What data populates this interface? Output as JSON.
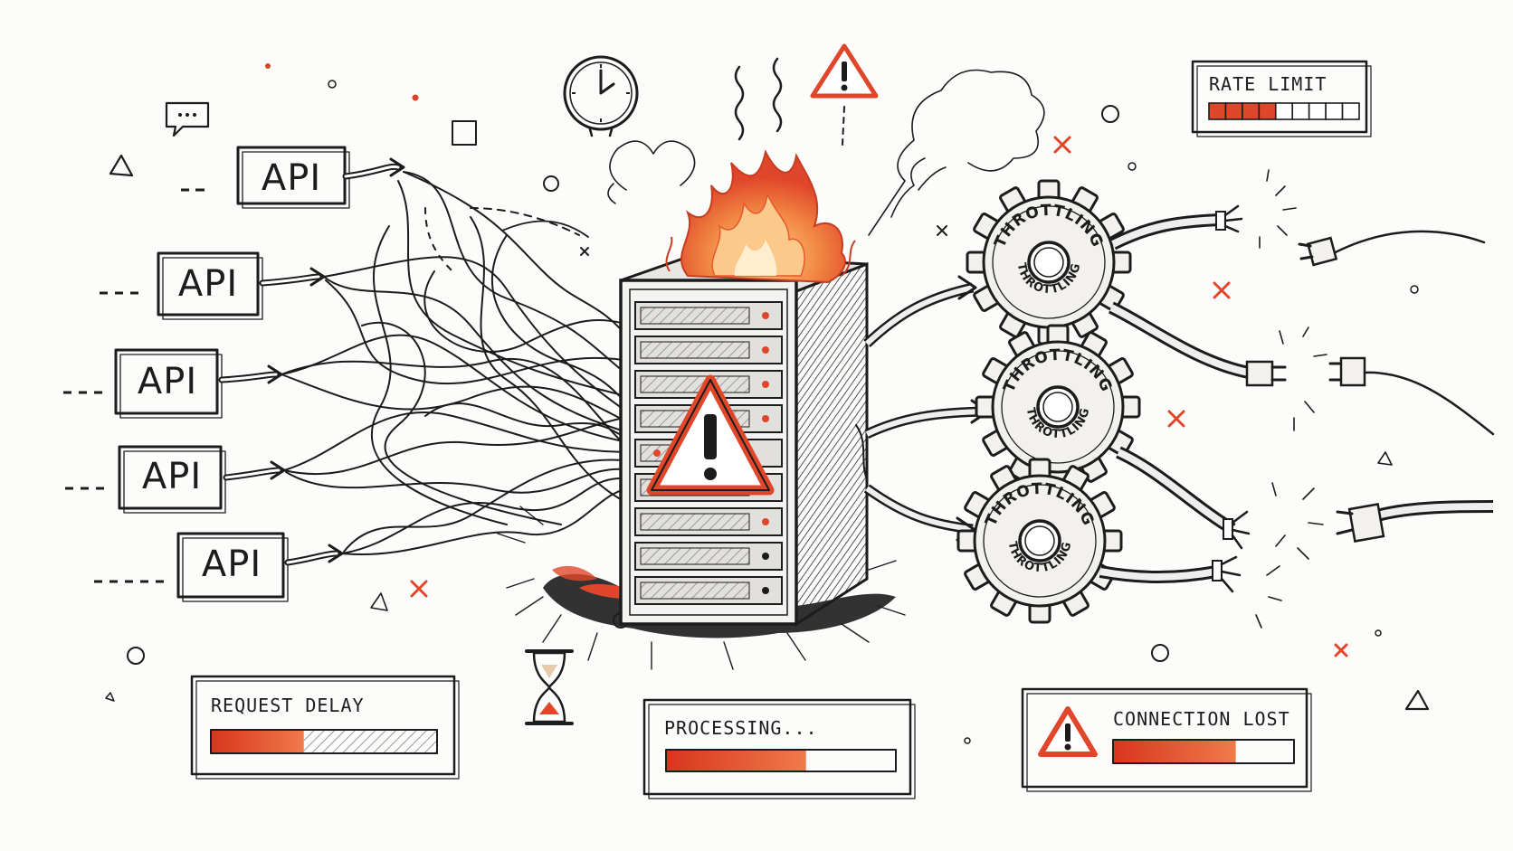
{
  "colors": {
    "ink": "#1c1c1c",
    "accent": "#e0472a",
    "flame_outer": "#e8582c",
    "flame_inner": "#f6a35a",
    "paper": "#fcfcfb"
  },
  "api_sources": [
    {
      "label": "API"
    },
    {
      "label": "API"
    },
    {
      "label": "API"
    },
    {
      "label": "API"
    },
    {
      "label": "API"
    }
  ],
  "server": {
    "icon": "server-rack-icon",
    "status_icon": "warning-triangle-icon",
    "state": "on-fire"
  },
  "gears": [
    {
      "label_outer": "THROTTLING",
      "label_inner": "THROTTLING"
    },
    {
      "label_outer": "THROTTLING",
      "label_inner": "THROTTLING"
    },
    {
      "label_outer": "THROTTLING",
      "label_inner": "THROTTLING"
    }
  ],
  "rate_limit": {
    "label": "RATE LIMIT",
    "segments_total": 9,
    "segments_filled": 4
  },
  "request_delay": {
    "label": "REQUEST DELAY",
    "solid_fraction": 0.41,
    "hatched_fraction": 0.59
  },
  "processing": {
    "label": "PROCESSING...",
    "progress_fraction": 0.61
  },
  "connection_lost": {
    "label": "CONNECTION LOST",
    "icon": "warning-triangle-icon",
    "progress_fraction": 0.68
  },
  "decor_icons": [
    "clock-icon",
    "hourglass-icon",
    "chat-bubble-icon",
    "warning-triangle-icon",
    "broken-plug-icon"
  ]
}
